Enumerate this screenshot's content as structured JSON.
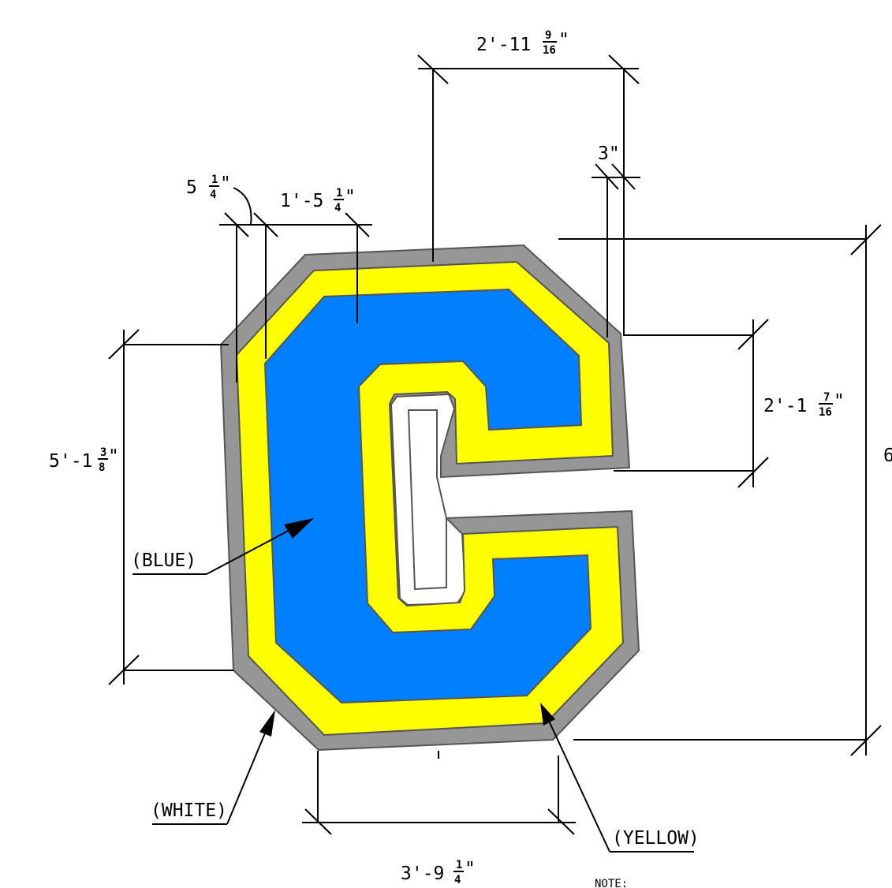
{
  "drawing": {
    "colors": {
      "outline": "#969696",
      "yellow": "#ffff00",
      "blue": "#0080ff",
      "white": "#ffffff",
      "line": "#000000"
    },
    "callouts": {
      "blue": "(BLUE)",
      "white": "(WHITE)",
      "yellow": "(YELLOW)"
    },
    "dimensions": {
      "top_width": {
        "main": "2'-11",
        "num": "9",
        "den": "16",
        "suffix": "\""
      },
      "edge_3in": {
        "main": "3\""
      },
      "corner_left": {
        "main": "5",
        "num": "1",
        "den": "4",
        "suffix": "\""
      },
      "stroke_top": {
        "main": "1'-5",
        "num": "1",
        "den": "4",
        "suffix": "\""
      },
      "left_height": {
        "main": "5'-1",
        "num": "3",
        "den": "8",
        "suffix": "\""
      },
      "opening": {
        "main": "2'-1",
        "num": "7",
        "den": "16",
        "suffix": "\""
      },
      "overall_height": {
        "main": "6"
      },
      "bottom_width": {
        "main": "3'-9",
        "num": "1",
        "den": "4",
        "suffix": "\""
      }
    },
    "note": "NOTE:"
  }
}
